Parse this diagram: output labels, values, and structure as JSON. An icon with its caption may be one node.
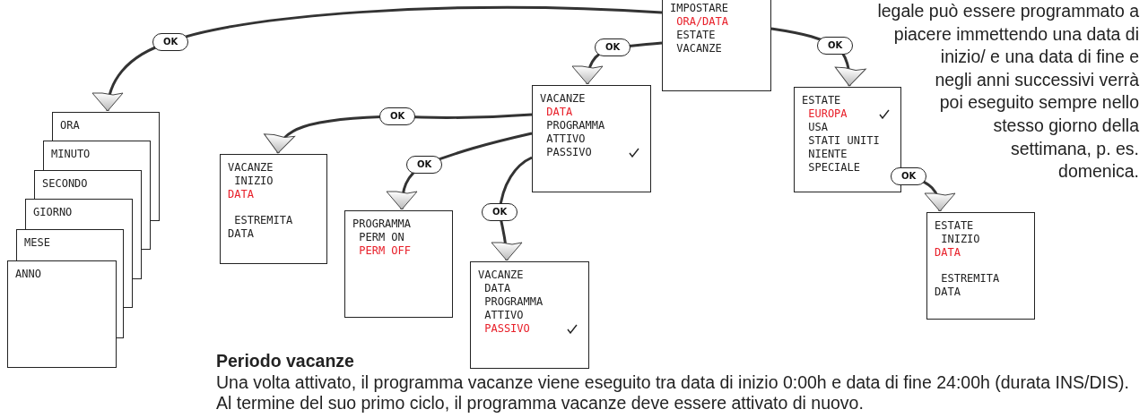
{
  "diagram": {
    "nodes": [
      {
        "text": [
          "IMPOSTARE",
          "ORA/DATA",
          "ESTATE",
          "VACANZE"
        ]
      },
      {
        "text": [
          "ORA"
        ]
      },
      {
        "text": [
          "MINUTO"
        ]
      },
      {
        "text": [
          "SECONDO"
        ]
      },
      {
        "text": [
          "GIORNO"
        ]
      },
      {
        "text": [
          "MESE"
        ]
      },
      {
        "text": [
          "ANNO"
        ]
      },
      {
        "text": [
          "VACANZE",
          "DATA",
          "PROGRAMMA",
          "ATTIVO",
          "PASSIVO"
        ]
      },
      {
        "text": [
          "VACANZE",
          "INIZIO",
          "DATA",
          "ESTREMITA",
          "DATA"
        ]
      },
      {
        "text": [
          "PROGRAMMA",
          "PERM ON",
          "PERM OFF"
        ]
      },
      {
        "text": [
          "VACANZE",
          "DATA",
          "PROGRAMMA",
          "ATTIVO",
          "PASSIVO"
        ]
      },
      {
        "text": [
          "ESTATE",
          "EUROPA",
          "USA",
          "STATI UNITI",
          "NIENTE",
          "SPECIALE"
        ]
      },
      {
        "text": [
          "ESTATE",
          "INIZIO",
          "DATA",
          "ESTREMITA",
          "DATA"
        ]
      }
    ],
    "edges": [
      {
        "from": 0,
        "to": 1,
        "arrow": "to",
        "label": "OK"
      },
      {
        "from": 0,
        "to": 7,
        "arrow": "to",
        "label": "OK"
      },
      {
        "from": 0,
        "to": 11,
        "arrow": "to",
        "label": "OK"
      },
      {
        "from": 7,
        "to": 8,
        "arrow": "to",
        "label": "OK"
      },
      {
        "from": 7,
        "to": 9,
        "arrow": "to",
        "label": "OK"
      },
      {
        "from": 7,
        "to": 10,
        "arrow": "to",
        "label": "OK"
      },
      {
        "from": 11,
        "to": 12,
        "arrow": "to",
        "label": "OK"
      }
    ],
    "labels": [
      "legale può essere programmato a piacere immettendo una data di inizio/ e una data di fine e negli anni successivi verrà poi eseguito sempre nello stesso giorno della settimana, p. es. domenica.",
      "Periodo vacanze",
      "Una volta attivato, il programma vacanze viene eseguito tra data di inizio 0:00h e data di fine 24:00h (durata INS/DIS). Al termine del suo primo ciclo, il programma vacanze deve essere attivato di nuovo."
    ]
  }
}
